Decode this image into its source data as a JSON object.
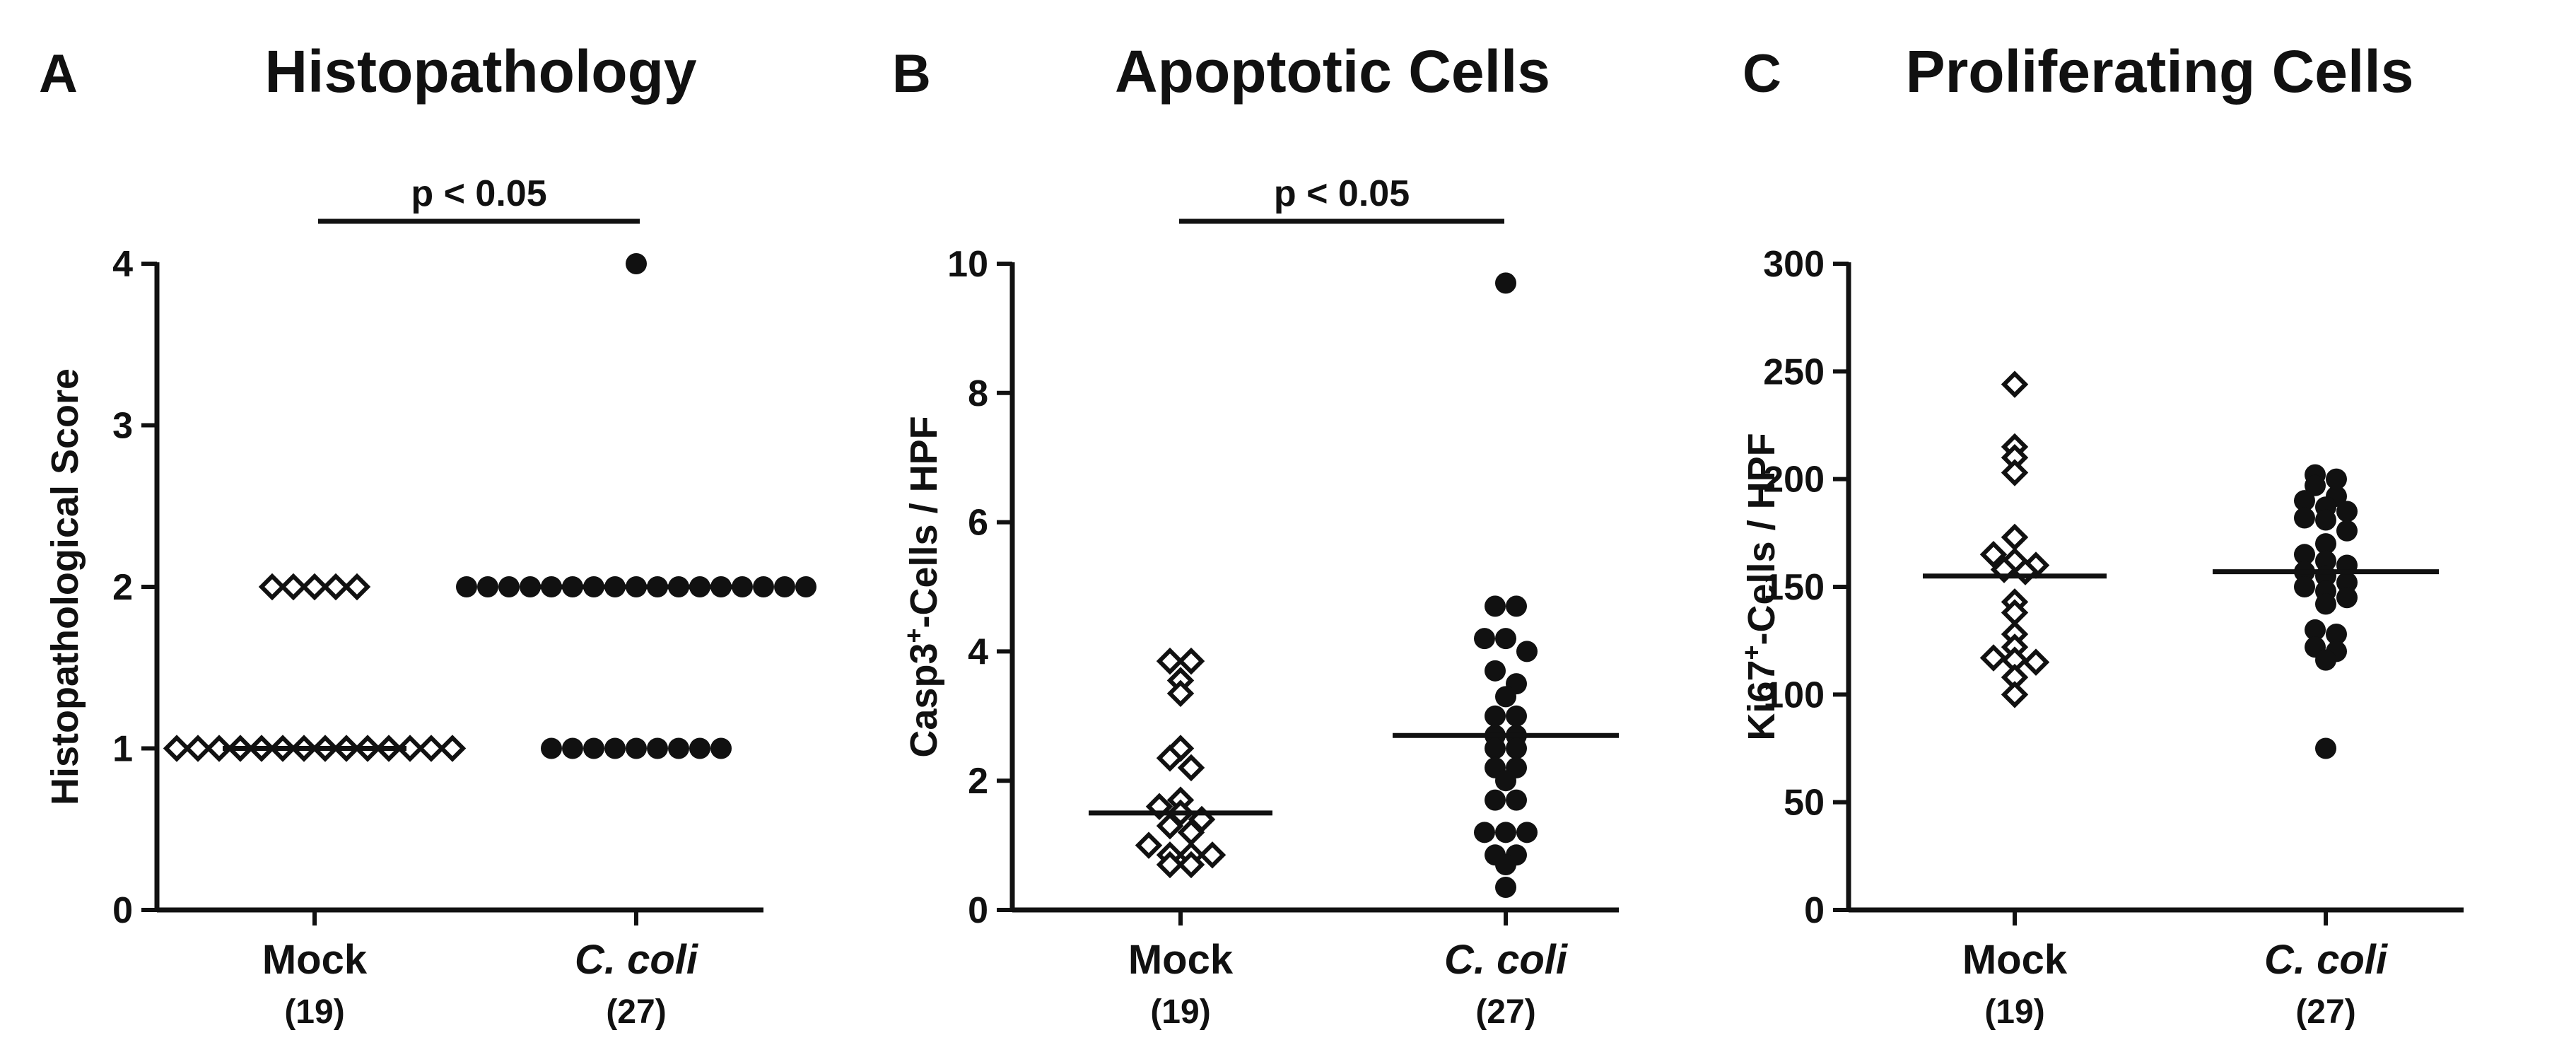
{
  "chart_data": [
    {
      "type": "scatter",
      "panel": "A",
      "title": "Histopathology",
      "ylabel": "Histopathological Score",
      "ylabel_sup": "",
      "ylabel_suffix": "",
      "ylim": [
        0,
        4
      ],
      "yticks": [
        0,
        1,
        2,
        3,
        4
      ],
      "categories": [
        "Mock",
        "C. coli"
      ],
      "counts": [
        "(19)",
        "(27)"
      ],
      "significance": "p < 0.05",
      "series": [
        {
          "values": [
            1,
            1,
            1,
            1,
            1,
            1,
            1,
            1,
            1,
            1,
            1,
            1,
            1,
            1,
            2,
            2,
            2,
            2,
            2
          ]
        },
        {
          "values": [
            4,
            2,
            2,
            2,
            2,
            2,
            2,
            2,
            2,
            2,
            2,
            2,
            2,
            2,
            2,
            2,
            2,
            2,
            1,
            1,
            1,
            1,
            1,
            1,
            1,
            1,
            1
          ]
        }
      ],
      "medians": [
        1,
        2
      ]
    },
    {
      "type": "scatter",
      "panel": "B",
      "title": "Apoptotic Cells",
      "ylabel": "Casp3",
      "ylabel_sup": "+",
      "ylabel_suffix": "-Cells / HPF",
      "ylim": [
        0,
        10
      ],
      "yticks": [
        0,
        2,
        4,
        6,
        8,
        10
      ],
      "categories": [
        "Mock",
        "C. coli"
      ],
      "counts": [
        "(19)",
        "(27)"
      ],
      "significance": "p < 0.05",
      "series": [
        {
          "values": [
            3.85,
            3.85,
            3.55,
            3.35,
            2.5,
            2.35,
            2.2,
            1.7,
            1.6,
            1.5,
            1.4,
            1.3,
            1.2,
            1.0,
            0.85,
            0.85,
            0.85,
            0.7,
            0.7
          ]
        },
        {
          "values": [
            9.7,
            4.7,
            4.7,
            4.2,
            4.2,
            4.0,
            3.7,
            3.5,
            3.3,
            3.0,
            3.0,
            2.7,
            2.7,
            2.5,
            2.5,
            2.2,
            2.2,
            2.0,
            1.7,
            1.7,
            1.2,
            1.2,
            1.2,
            0.85,
            0.85,
            0.7,
            0.35
          ]
        }
      ],
      "medians": [
        1.5,
        2.7
      ]
    },
    {
      "type": "scatter",
      "panel": "C",
      "title": "Proliferating Cells",
      "ylabel": "Ki67",
      "ylabel_sup": "+",
      "ylabel_suffix": "-Cells / HPF",
      "ylim": [
        0,
        300
      ],
      "yticks": [
        0,
        50,
        100,
        150,
        200,
        250,
        300
      ],
      "categories": [
        "Mock",
        "C. coli"
      ],
      "counts": [
        "(19)",
        "(27)"
      ],
      "significance": "",
      "series": [
        {
          "values": [
            244,
            215,
            210,
            203,
            173,
            165,
            162,
            160,
            158,
            157,
            143,
            138,
            128,
            122,
            117,
            116,
            115,
            108,
            100
          ]
        },
        {
          "values": [
            202,
            200,
            197,
            192,
            190,
            187,
            185,
            182,
            181,
            176,
            170,
            165,
            162,
            160,
            157,
            155,
            152,
            150,
            148,
            145,
            142,
            130,
            128,
            122,
            120,
            116,
            75
          ]
        }
      ],
      "medians": [
        155,
        157
      ]
    }
  ]
}
